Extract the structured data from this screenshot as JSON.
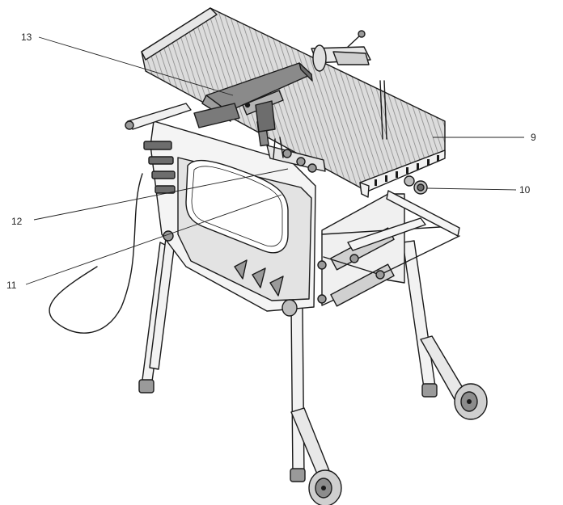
{
  "callouts": [
    {
      "id": "13",
      "text": "13"
    },
    {
      "id": "9",
      "text": "9"
    },
    {
      "id": "10",
      "text": "10"
    },
    {
      "id": "12",
      "text": "12"
    },
    {
      "id": "11",
      "text": "11"
    }
  ],
  "colors": {
    "line": "#1a1a1a",
    "fill_light": "#e6e6e6",
    "fill_mid": "#bdbdbd",
    "fill_dark": "#6d6d6d",
    "background": "#ffffff"
  }
}
